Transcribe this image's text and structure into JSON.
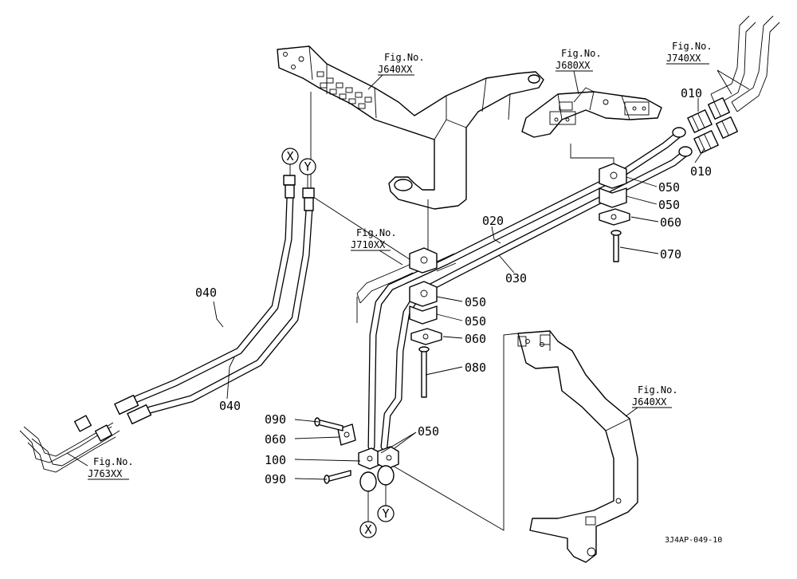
{
  "diagram": {
    "fig_refs": [
      {
        "label": "Fig.No.",
        "code": "J640XX"
      },
      {
        "label": "Fig.No.",
        "code": "J680XX"
      },
      {
        "label": "Fig.No.",
        "code": "J740XX"
      },
      {
        "label": "Fig.No.",
        "code": "J710XX"
      },
      {
        "label": "Fig.No.",
        "code": "J640XX"
      },
      {
        "label": "Fig.No.",
        "code": "J763XX"
      }
    ],
    "parts": [
      {
        "number": "010"
      },
      {
        "number": "010"
      },
      {
        "number": "020"
      },
      {
        "number": "030"
      },
      {
        "number": "040"
      },
      {
        "number": "040"
      },
      {
        "number": "050"
      },
      {
        "number": "050"
      },
      {
        "number": "050"
      },
      {
        "number": "050"
      },
      {
        "number": "050"
      },
      {
        "number": "060"
      },
      {
        "number": "060"
      },
      {
        "number": "060"
      },
      {
        "number": "070"
      },
      {
        "number": "080"
      },
      {
        "number": "090"
      },
      {
        "number": "090"
      },
      {
        "number": "100"
      }
    ],
    "connection_markers": [
      {
        "letter": "X"
      },
      {
        "letter": "Y"
      },
      {
        "letter": "X"
      },
      {
        "letter": "Y"
      }
    ],
    "drawing_code": "3J4AP-049-10"
  }
}
